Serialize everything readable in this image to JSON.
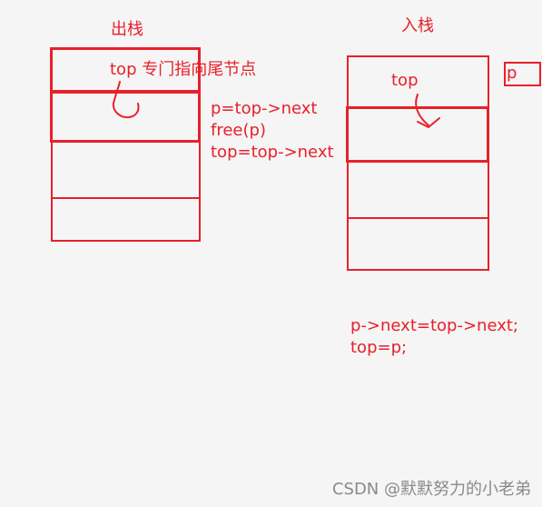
{
  "pop_stack": {
    "title": "出栈",
    "top_note": "top 专门指向尾节点",
    "code_lines": [
      "p=top->next",
      "free(p)",
      "top=top->next"
    ]
  },
  "push_stack": {
    "title": "入栈",
    "top_label": "top",
    "new_node_label": "p",
    "code_lines": [
      "p->next=top->next;",
      "top=p;"
    ]
  },
  "watermark": "CSDN @默默努力的小老弟",
  "colors": {
    "ink": "#e8202a",
    "background": "#f5f5f5",
    "watermark": "#8a8a8a"
  }
}
